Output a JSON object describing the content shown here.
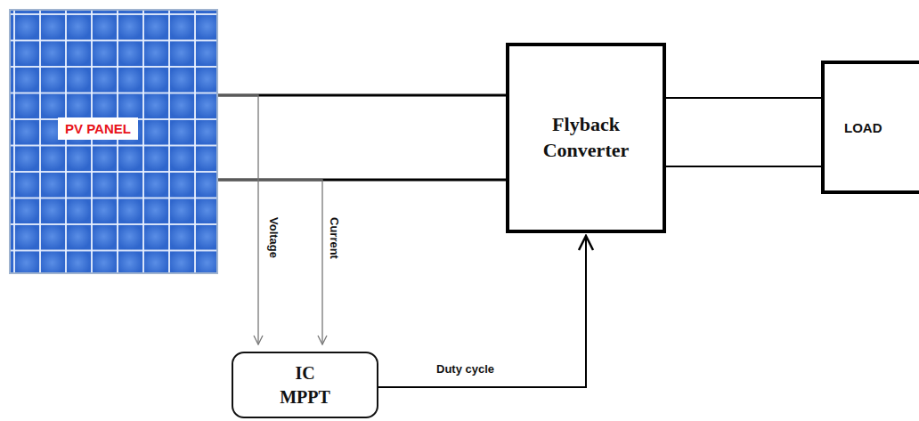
{
  "diagram": {
    "nodes": [
      {
        "text": [
          "PV PANEL"
        ]
      },
      {
        "text": [
          "Flyback Converter"
        ]
      },
      {
        "text": [
          "LOAD"
        ]
      },
      {
        "text": [
          "IC MPPT"
        ]
      }
    ],
    "edges": [
      {
        "from": 0,
        "to": 1,
        "arrow": "none"
      },
      {
        "from": 0,
        "to": 1,
        "arrow": "none"
      },
      {
        "from": 1,
        "to": 2,
        "arrow": "none"
      },
      {
        "from": 1,
        "to": 2,
        "arrow": "none"
      },
      {
        "from": 0,
        "to": 3,
        "label": "Voltage",
        "arrow": "to"
      },
      {
        "from": 0,
        "to": 3,
        "label": "Current",
        "arrow": "to"
      },
      {
        "from": 3,
        "to": 1,
        "label": "Duty cycle",
        "arrow": "to"
      }
    ]
  }
}
